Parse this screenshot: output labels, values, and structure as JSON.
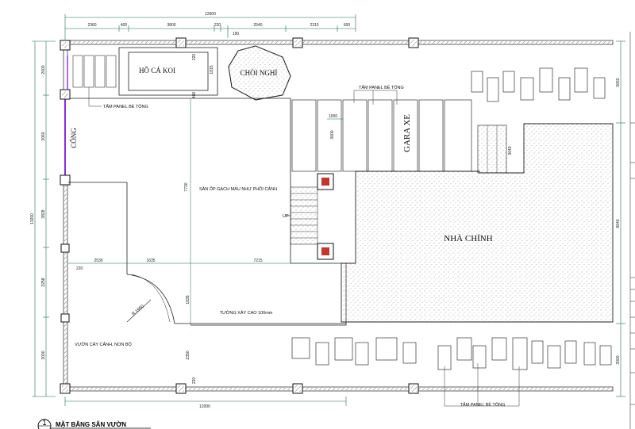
{
  "dimensions": {
    "top_total": "12600",
    "top_segments": [
      "2360",
      "400",
      "3800",
      "220",
      "190",
      "2540",
      "2310",
      "600"
    ],
    "left_total": "13200",
    "left_segments": [
      "2000",
      "3060",
      "3828",
      "3258",
      "3000"
    ],
    "bottom_total": "12000",
    "right_segments": [
      "3660",
      "8640",
      "3000"
    ],
    "interior": [
      "1000",
      "3000",
      "3040",
      "7730",
      "1835",
      "2350",
      "1815",
      "400",
      "220",
      "220",
      "2530",
      "1635",
      "7215"
    ]
  },
  "labels": {
    "koi_pond": "HỒ CÁ KOI",
    "pavilion": "CHÒI NGHỈ",
    "gate": "CỔNG",
    "garage": "GARA XE",
    "main_house": "NHÀ CHÍNH",
    "panel_top_left": "TẤM PANEL BÊ TÔNG",
    "panel_top": "TẤM PANEL BÊ TÔNG",
    "panel_bottom": "TẤM PANEL BÊ TÔNG",
    "paving": "SÂN ỐP GẠCH MÀU NHƯ PHỐI CẢNH",
    "low_wall": "TƯỜNG XÂY CAO 100mm",
    "garden": "VƯỜN CÂY CẢNH, NON BỘ",
    "radius": "R 1950",
    "stair_up": "UP"
  },
  "title": {
    "number": "1",
    "text": "MẶT BẰNG SÂN VƯỜN"
  },
  "colors": {
    "line": "#222222",
    "dim_line": "#1f6f4f",
    "gate": "#8a2be2",
    "hatch": "#9a9a9a",
    "pillar_red": "#c0392b"
  }
}
